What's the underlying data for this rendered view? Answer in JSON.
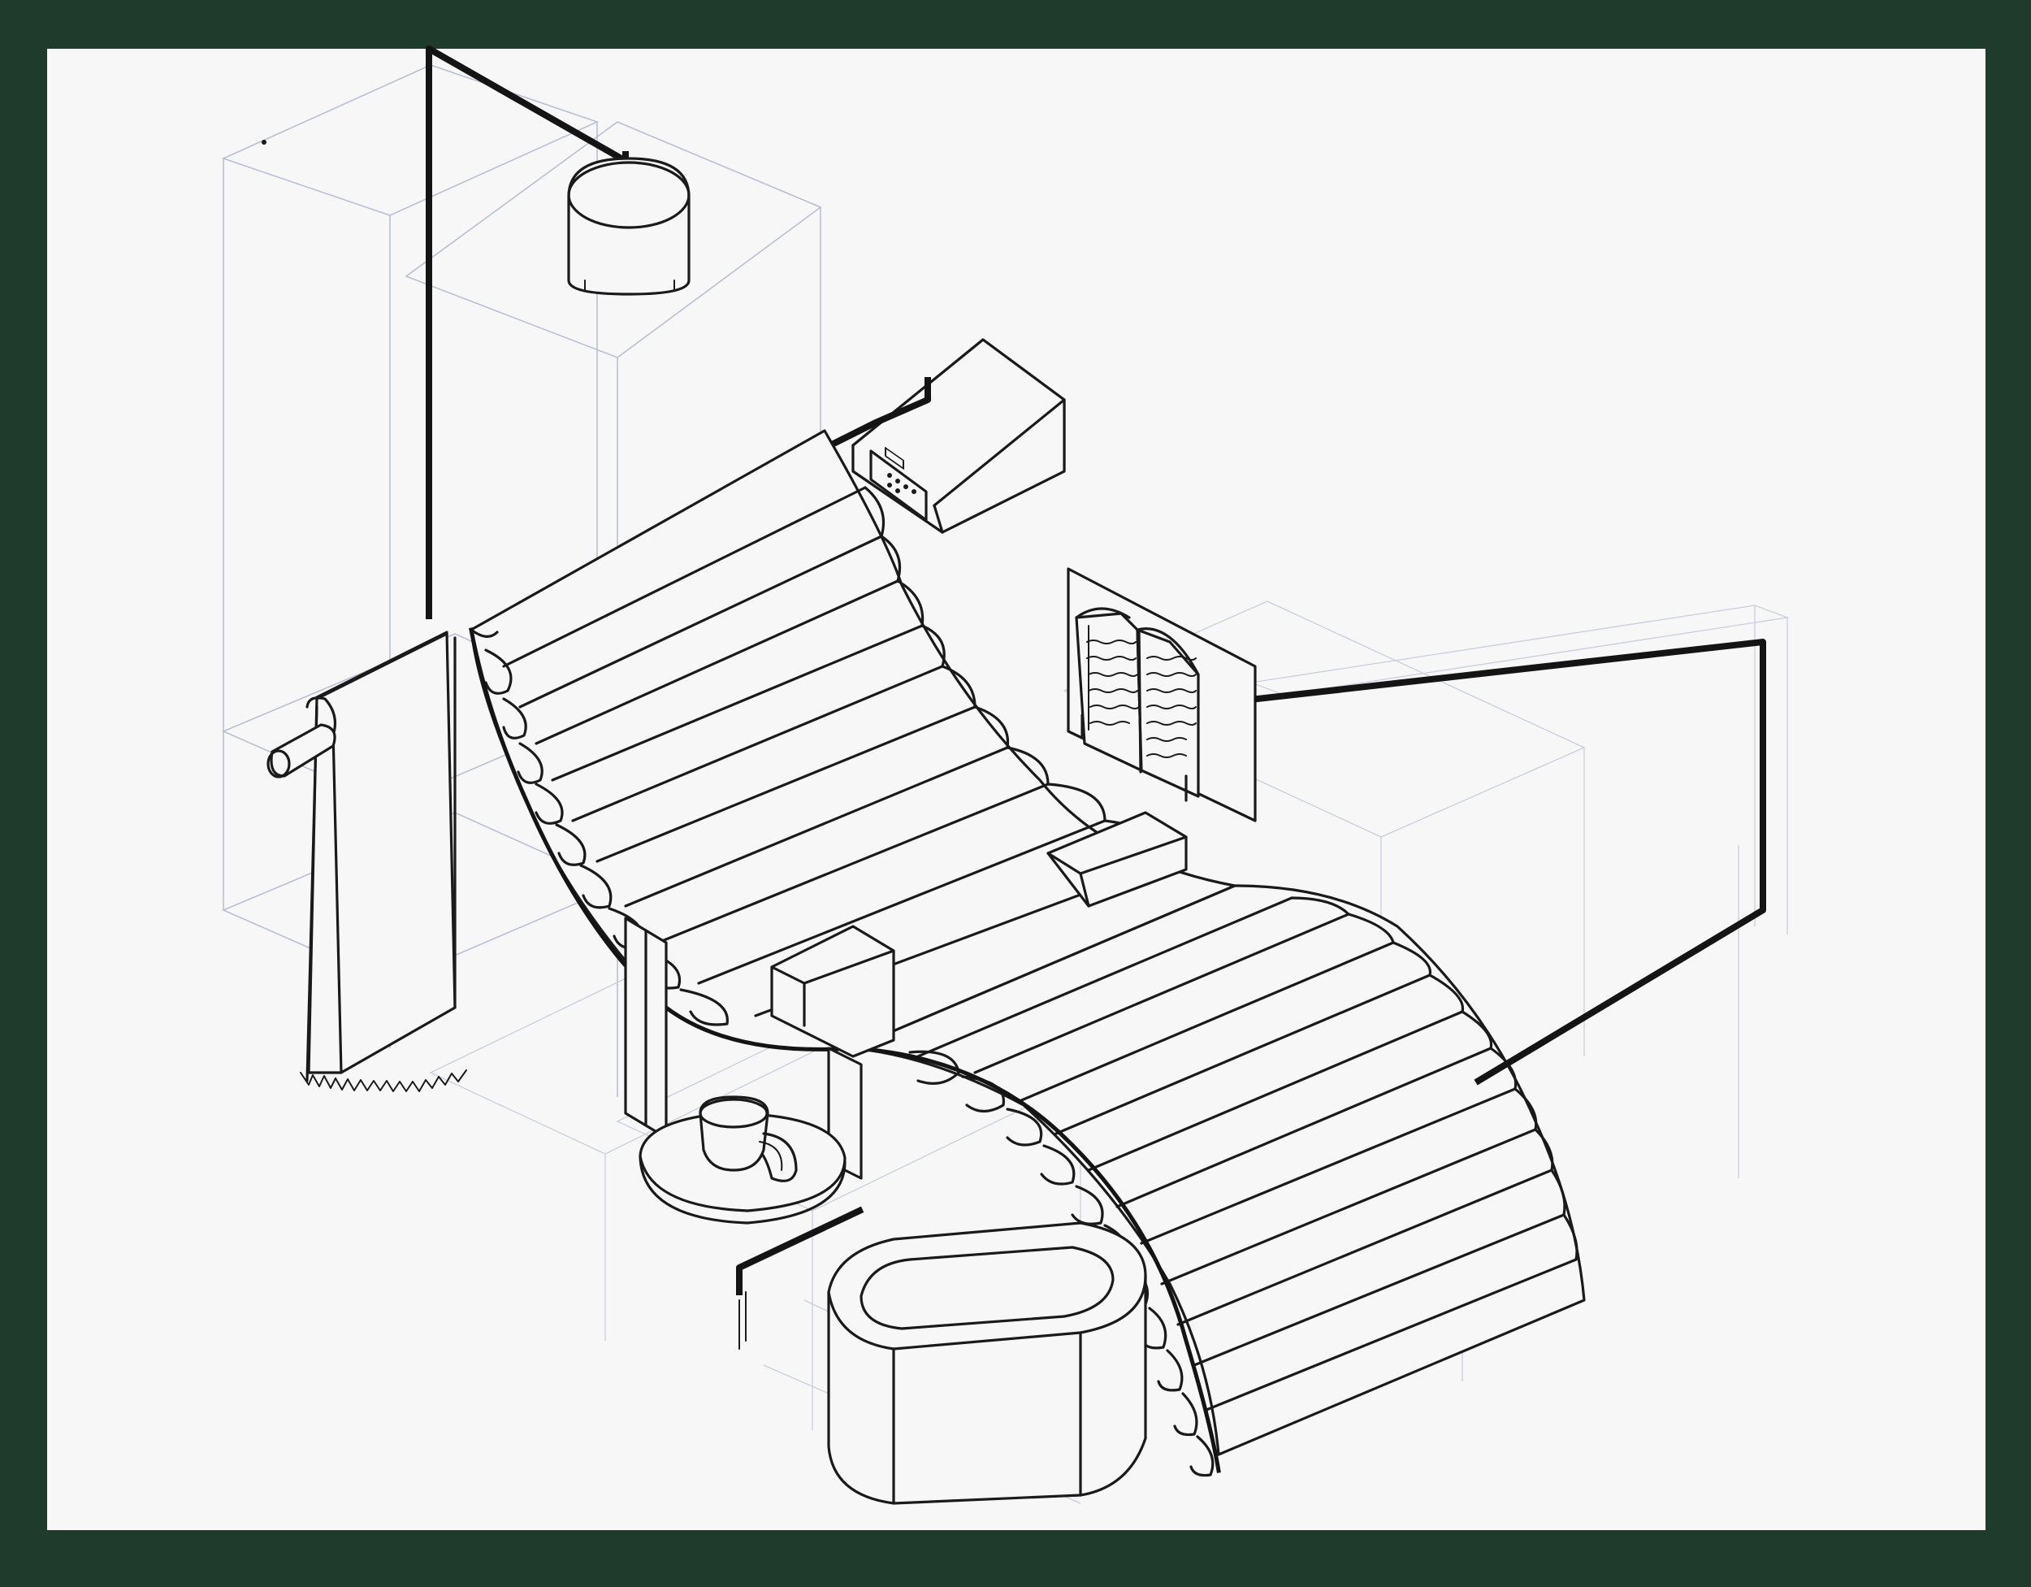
{
  "colors": {
    "frame": "#1f3b2c",
    "paper": "#f7f7f8",
    "ink": "#1a1a1a",
    "construction_lines": "#b9bfd2"
  },
  "objects": [
    "pendant-lamp",
    "wall-box-with-control-panel",
    "wave-lounge-chair",
    "framed-open-book",
    "towel-rack",
    "side-table-with-cup",
    "oval-basin"
  ]
}
